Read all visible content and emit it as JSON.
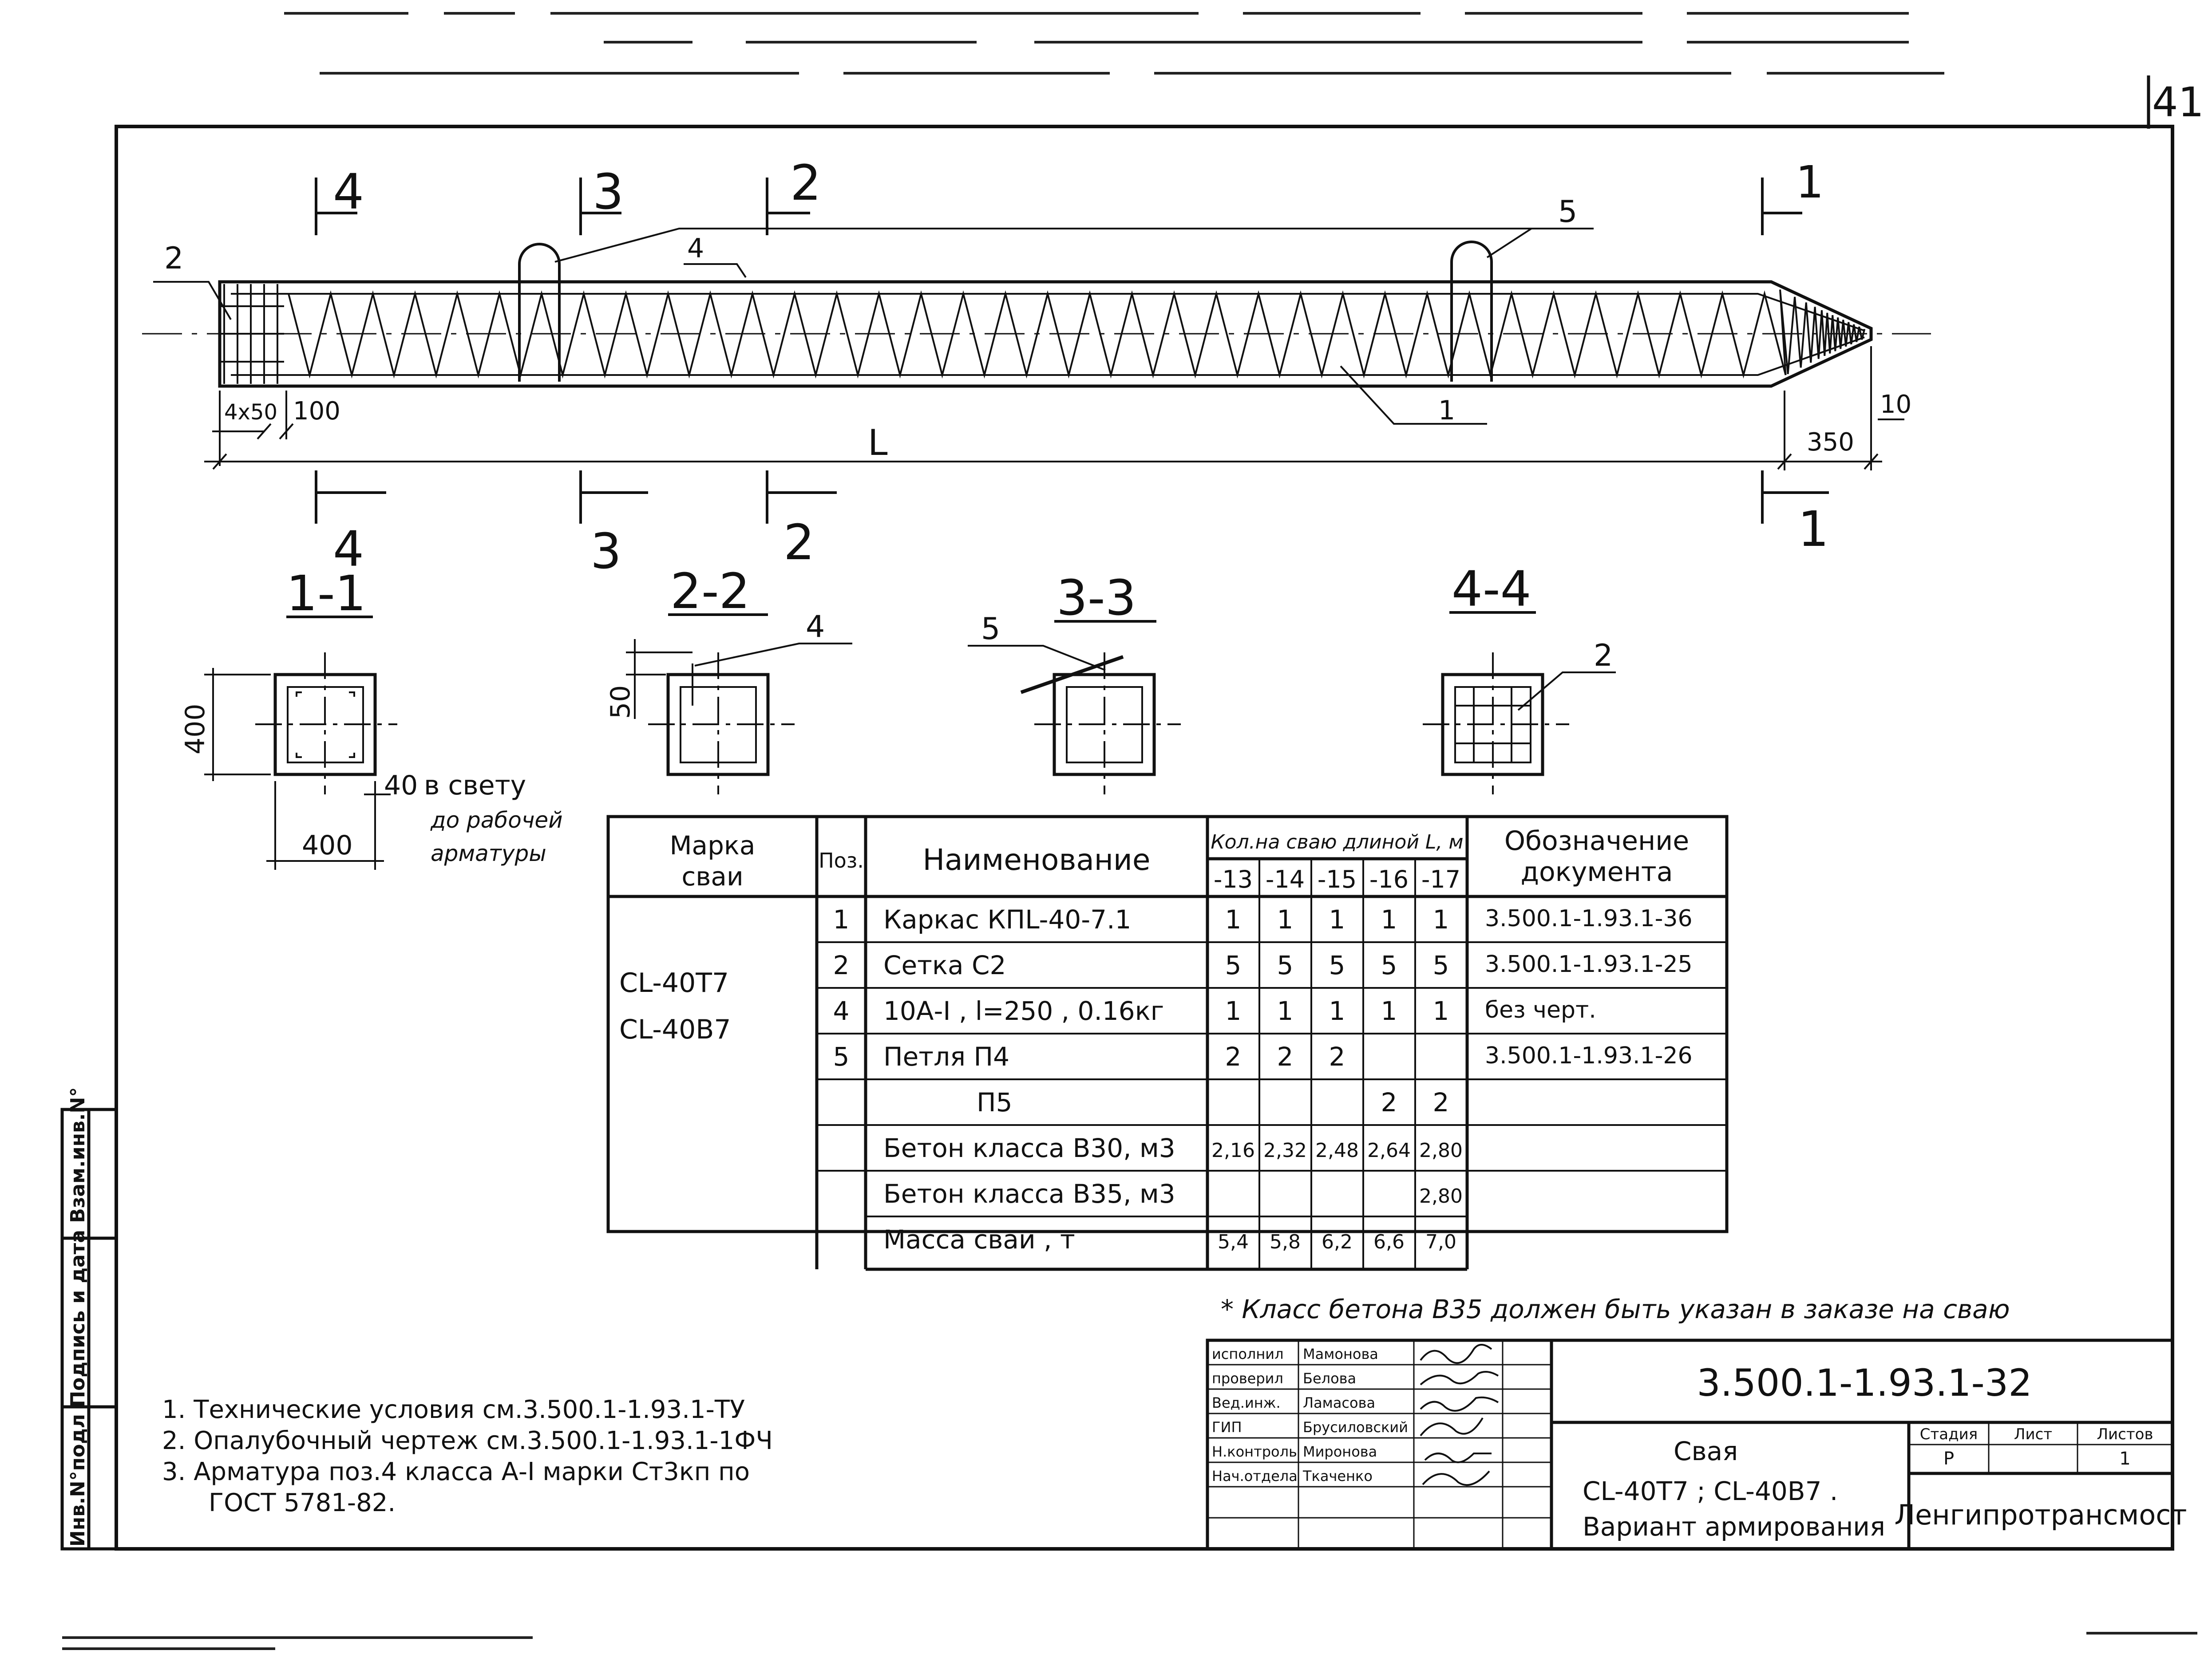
{
  "sheet_number": "41",
  "elevation": {
    "section_marks": [
      "4",
      "3",
      "2",
      "1"
    ],
    "callouts": {
      "loop": "5",
      "bar": "4",
      "mesh": "2",
      "frame": "1"
    },
    "dims": {
      "mesh_spacing": "4x50",
      "first_gap": "100",
      "length": "L",
      "tip": "350",
      "tip_width": "10"
    }
  },
  "sections": [
    {
      "title": "1-1",
      "dim_v": "400",
      "dim_h": "400",
      "cover": "40",
      "cover_note": [
        "в свету",
        "до рабочей",
        "арматуры"
      ]
    },
    {
      "title": "2-2",
      "callout": "4",
      "dim_v": "50"
    },
    {
      "title": "3-3",
      "callout": "5"
    },
    {
      "title": "4-4",
      "callout": "2"
    }
  ],
  "spec_table": {
    "headers": {
      "mark": [
        "Марка",
        "сваи"
      ],
      "pos": "Поз.",
      "name": "Наименование",
      "qty_group": "Кол.на сваю длиной L, м",
      "qty_cols": [
        "-13",
        "-14",
        "-15",
        "-16",
        "-17"
      ],
      "doc": [
        "Обозначение",
        "документа"
      ]
    },
    "marks": [
      "CL-40T7",
      "CL-40B7"
    ],
    "rows": [
      {
        "pos": "1",
        "name": "Каркас КПL-40-7.1",
        "qty": [
          "1",
          "1",
          "1",
          "1",
          "1"
        ],
        "doc": "3.500.1-1.93.1-36"
      },
      {
        "pos": "2",
        "name": "Сетка С2",
        "qty": [
          "5",
          "5",
          "5",
          "5",
          "5"
        ],
        "doc": "3.500.1-1.93.1-25"
      },
      {
        "pos": "4",
        "name": "10А-I , l=250 , 0.16кг",
        "qty": [
          "1",
          "1",
          "1",
          "1",
          "1"
        ],
        "doc": "без черт."
      },
      {
        "pos": "5",
        "name": "Петля П4",
        "qty": [
          "2",
          "2",
          "2",
          "",
          ""
        ],
        "doc": "3.500.1-1.93.1-26"
      },
      {
        "pos": "",
        "name": "П5",
        "qty": [
          "",
          "",
          "",
          "2",
          "2"
        ],
        "doc": ""
      },
      {
        "pos": "",
        "name": "Бетон класса В30, м3",
        "qty": [
          "2,16",
          "2,32",
          "2,48",
          "2,64",
          "2,80"
        ],
        "doc": ""
      },
      {
        "pos": "",
        "name": "Бетон класса В35, м3",
        "qty": [
          "",
          "",
          "",
          "",
          "2,80"
        ],
        "doc": ""
      },
      {
        "pos": "",
        "name": "Масса сваи , т",
        "qty": [
          "5,4",
          "5,8",
          "6,2",
          "6,6",
          "7,0"
        ],
        "doc": ""
      }
    ]
  },
  "footnote": "* Класс бетона В35 должен быть указан в заказе на сваю",
  "notes": [
    "1. Технические условия см.3.500.1-1.93.1-ТУ",
    "2. Опалубочный чертеж см.3.500.1-1.93.1-1ФЧ",
    "3. Арматура поз.4 класса А-I марки Ст3кп по",
    "ГОСТ 5781-82."
  ],
  "side_stamp": "Инв.N°подл Подпись и дата Взам.инв.N°",
  "title_block": {
    "code": "3.500.1-1.93.1-32",
    "signers": [
      {
        "role": "исполнил",
        "name": "Мамонова"
      },
      {
        "role": "проверил",
        "name": "Белова"
      },
      {
        "role": "Вед.инж.",
        "name": "Ламасова"
      },
      {
        "role": "ГИП",
        "name": "Брусиловский"
      },
      {
        "role": "Н.контроль",
        "name": "Миронова"
      },
      {
        "role": "Нач.отдела",
        "name": "Ткаченко"
      }
    ],
    "desc_lines": [
      "Свая",
      "CL-40T7 ; CL-40B7 .",
      "Вариант армирования"
    ],
    "stage_label": "Стадия",
    "sheet_label": "Лист",
    "sheets_label": "Листов",
    "stage_value": "Р",
    "sheets_value": "1",
    "org": "Ленгипротрансмост"
  }
}
